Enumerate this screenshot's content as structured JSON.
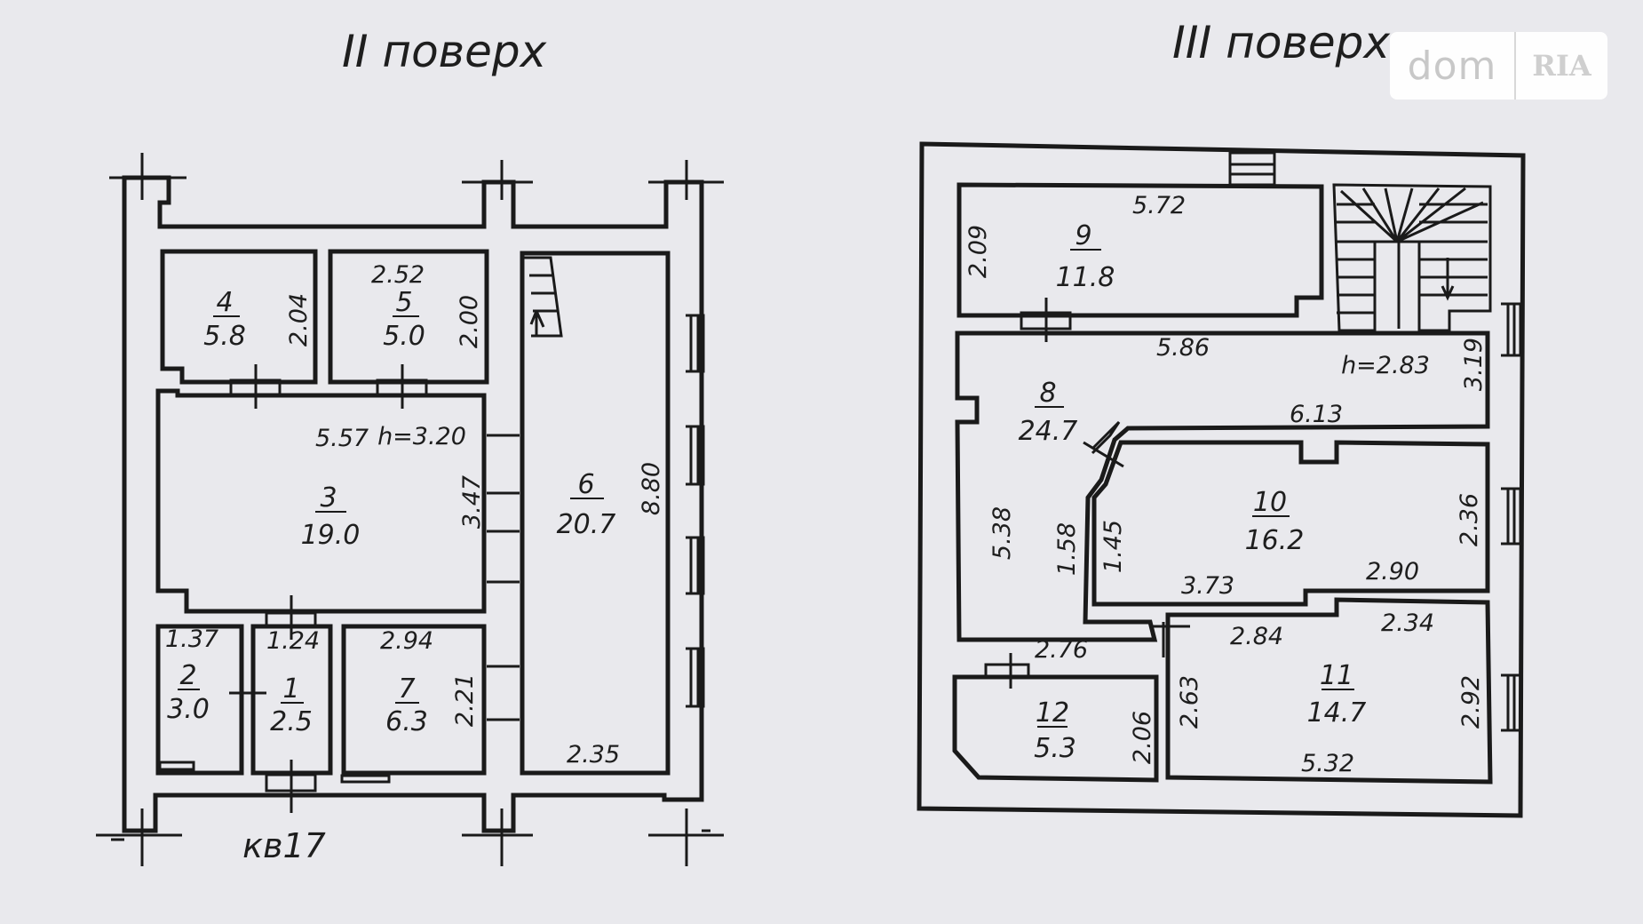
{
  "floors": [
    {
      "id": "floor-2",
      "title": "II поверх",
      "caption": "кв17",
      "rooms": [
        {
          "number": "1",
          "area": "2.5"
        },
        {
          "number": "2",
          "area": "3.0"
        },
        {
          "number": "3",
          "area": "19.0"
        },
        {
          "number": "4",
          "area": "5.8"
        },
        {
          "number": "5",
          "area": "5.0"
        },
        {
          "number": "6",
          "area": "20.7"
        },
        {
          "number": "7",
          "area": "6.3"
        }
      ],
      "dimensions": [
        "2.52",
        "2.04",
        "2.00",
        "5.57",
        "h=3.20",
        "3.47",
        "8.80",
        "1.37",
        "1.24",
        "2.94",
        "2.21",
        "2.35"
      ]
    },
    {
      "id": "floor-3",
      "title": "III поверх",
      "rooms": [
        {
          "number": "8",
          "area": "24.7"
        },
        {
          "number": "9",
          "area": "11.8"
        },
        {
          "number": "10",
          "area": "16.2"
        },
        {
          "number": "11",
          "area": "14.7"
        },
        {
          "number": "12",
          "area": "5.3"
        }
      ],
      "dimensions": [
        "5.72",
        "2.09",
        "5.86",
        "h=2.83",
        "3.19",
        "6.13",
        "5.38",
        "1.58",
        "1.45",
        "2.36",
        "3.73",
        "2.90",
        "2.76",
        "2.84",
        "2.34",
        "2.63",
        "2.06",
        "2.92",
        "5.32"
      ]
    }
  ],
  "watermark": {
    "left": "dom",
    "right": "RIA"
  }
}
